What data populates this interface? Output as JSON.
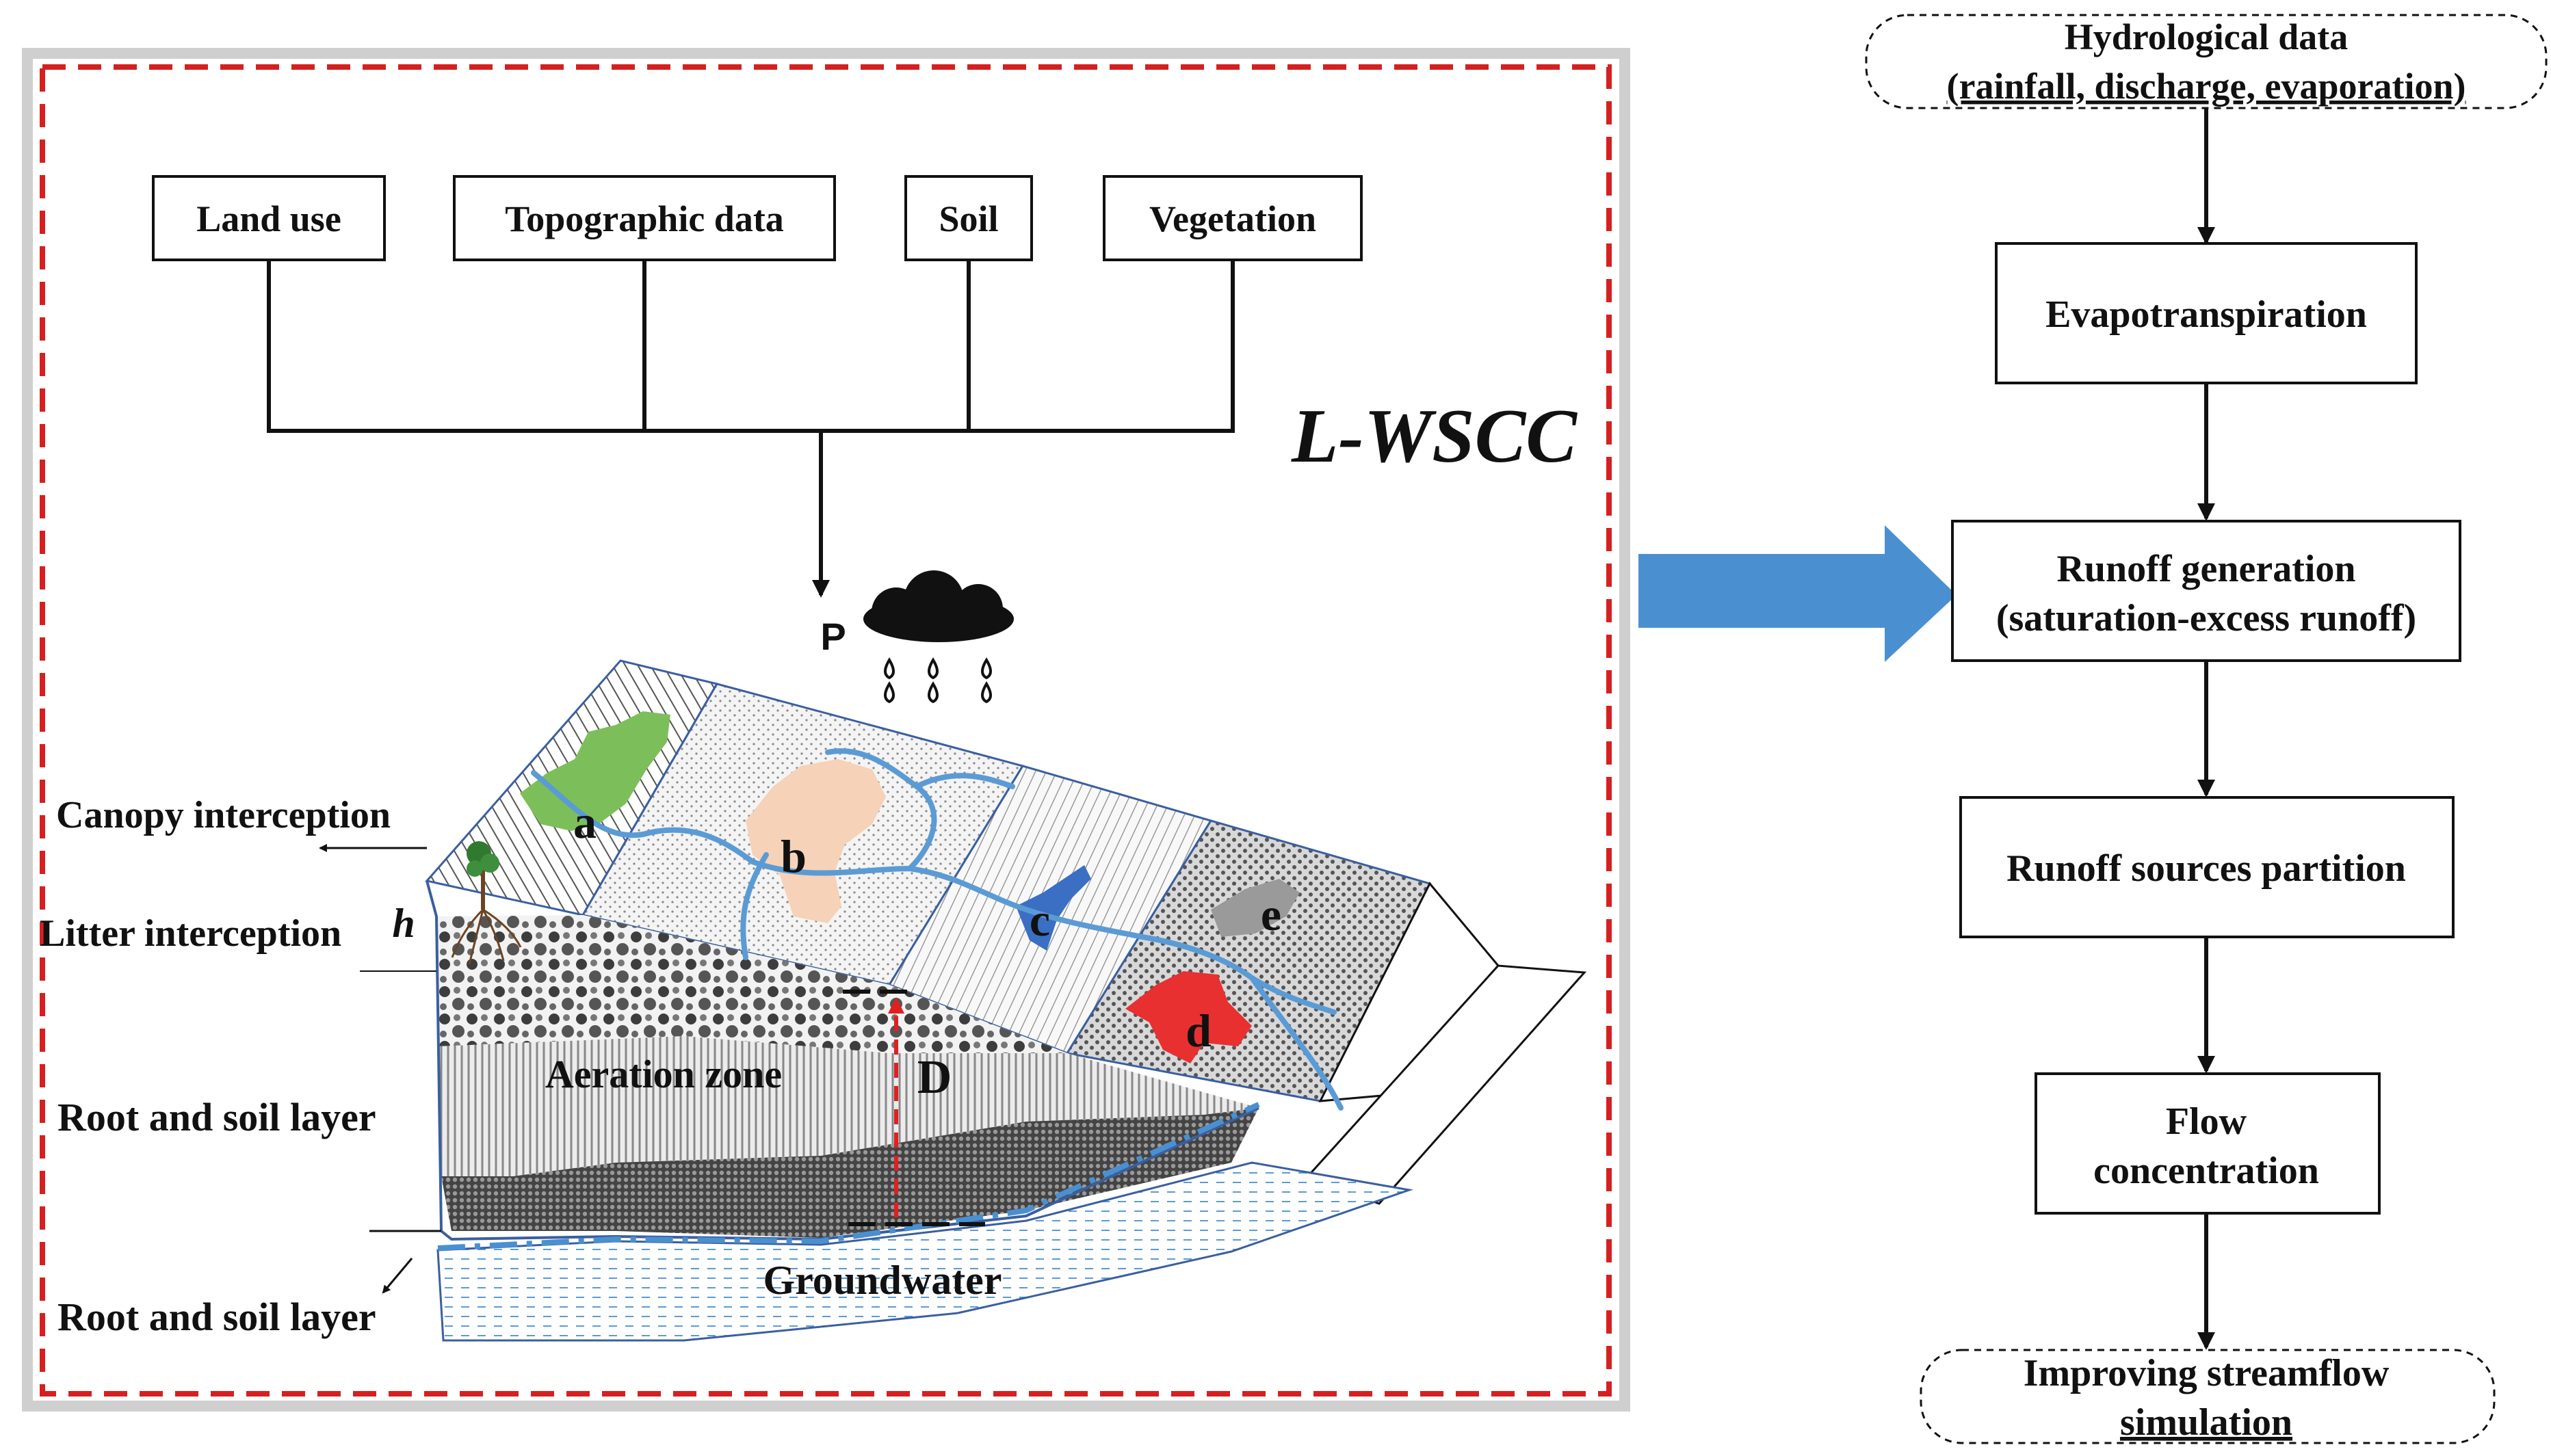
{
  "inputs": {
    "land_use": "Land use",
    "topographic": "Topographic data",
    "soil": "Soil",
    "vegetation": "Vegetation"
  },
  "model_name": "L-WSCC",
  "precip_label": "P",
  "hillslope": {
    "zones": {
      "a": "a",
      "b": "b",
      "c": "c",
      "d": "d",
      "e": "e"
    },
    "canopy_interception": "Canopy interception",
    "litter_interception": "Litter interception",
    "h_label": "h",
    "root_soil_layer_upper": "Root and soil layer",
    "root_soil_layer_lower": "Root and soil layer",
    "aeration_zone": "Aeration zone",
    "depth_label": "D",
    "groundwater": "Groundwater"
  },
  "flow": {
    "hydro_data_line1": "Hydrological data",
    "hydro_data_line2": "(rainfall, discharge, evaporation)",
    "evapotranspiration": "Evapotranspiration",
    "runoff_gen_line1": "Runoff generation",
    "runoff_gen_line2": "(saturation-excess runoff)",
    "runoff_partition": "Runoff sources partition",
    "flow_conc_line1": "Flow",
    "flow_conc_line2": "concentration",
    "improve_line1": "Improving streamflow",
    "improve_line2": "simulation"
  },
  "colors": {
    "frame_red": "#d62020",
    "arrow_blue": "#4a90d0",
    "river_blue": "#5b9bd5",
    "zone_a_green": "#7cbf5a",
    "zone_b_peach": "#f6d2b8",
    "zone_c_blue": "#3a6fc4",
    "zone_d_red": "#e83030",
    "zone_e_gray": "#9a9a9a",
    "depth_red": "#e02020"
  }
}
